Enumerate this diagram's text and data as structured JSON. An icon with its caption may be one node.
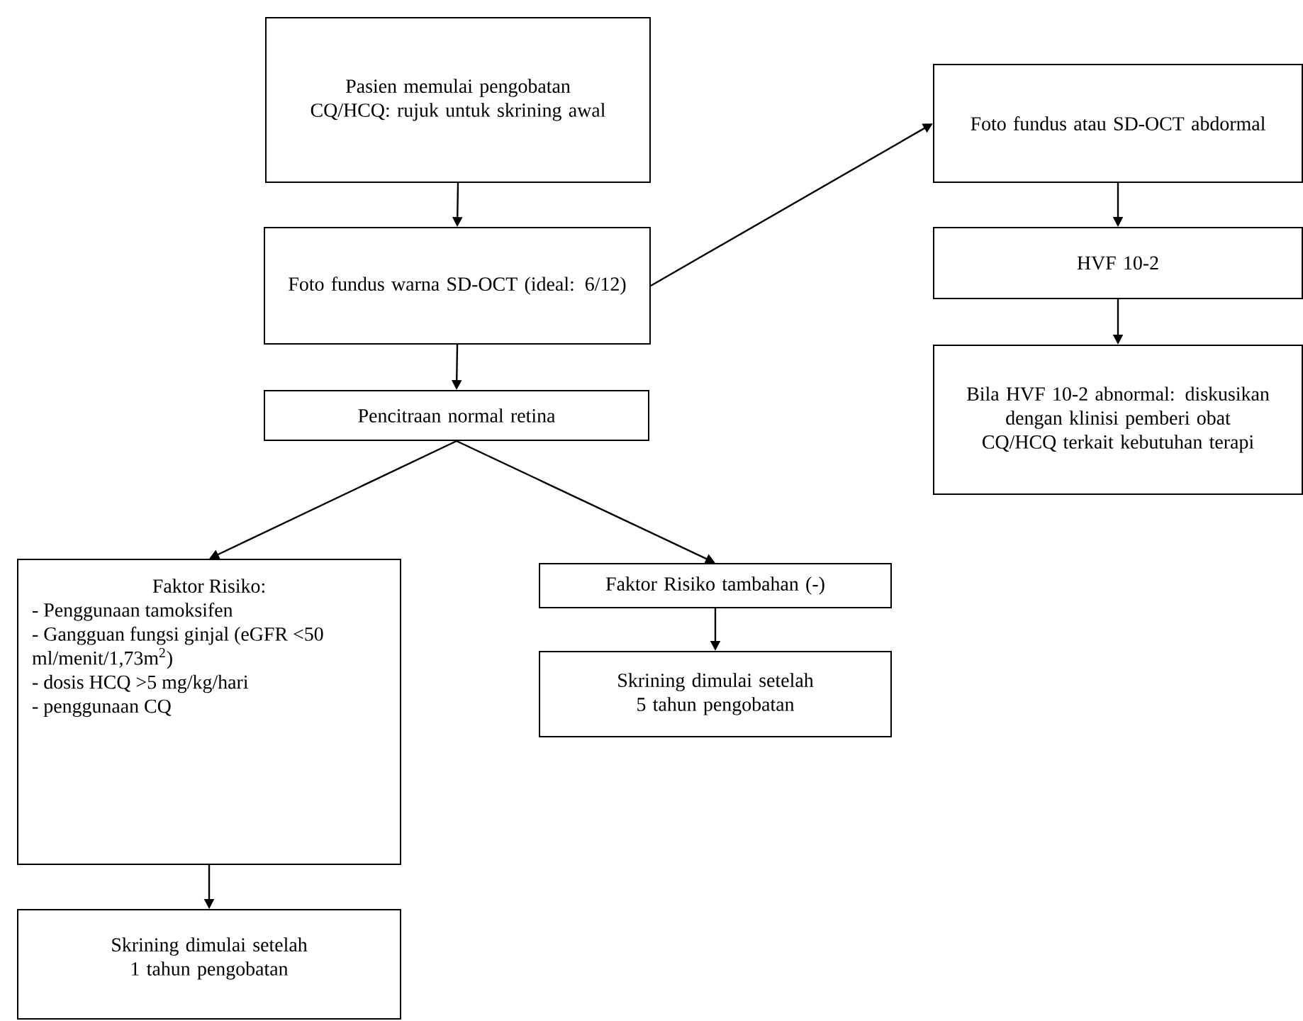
{
  "diagram": {
    "nodes": [
      {
        "text": [
          "Pasien memulai pengobatan CQ/HCQ: rujuk untuk skrining awal"
        ]
      },
      {
        "text": [
          "Foto fundus warna SD-OCT (ideal: 6/12)"
        ]
      },
      {
        "text": [
          "Pencitraan normal retina"
        ]
      },
      {
        "text": [
          "Faktor Risiko:",
          "- Penggunaan tamoksifen",
          "- Gangguan fungsi ginjal (eGFR <50 ml/menit/1,73m$^{2}$)",
          "- dosis HCQ >5 mg/kg/hari",
          "- penggunaan CQ"
        ]
      },
      {
        "text": [
          "Faktor Risiko tambahan (-)"
        ]
      },
      {
        "text": [
          "Skrining dimulai setelah 5 tahun pengobatan"
        ]
      },
      {
        "text": [
          "Skrining dimulai setelah 1 tahun pengobatan"
        ]
      },
      {
        "text": [
          "Foto fundus atau SD-OCT abdormal"
        ]
      },
      {
        "text": [
          "HVF 10-2"
        ]
      },
      {
        "text": [
          "Bila HVF 10-2 abnormal: diskusikan dengan klinisi pemberi obat CQ/HCQ terkait kebutuhan terapi"
        ]
      }
    ],
    "edges": [
      {
        "from": 0,
        "to": 1,
        "arrow": "to"
      },
      {
        "from": 1,
        "to": 2,
        "arrow": "to"
      },
      {
        "from": 2,
        "to": 3,
        "arrow": "to"
      },
      {
        "from": 2,
        "to": 4,
        "arrow": "to"
      },
      {
        "from": 4,
        "to": 5,
        "arrow": "to"
      },
      {
        "from": 3,
        "to": 6,
        "arrow": "to"
      },
      {
        "from": 1,
        "to": 7,
        "arrow": "to"
      },
      {
        "from": 7,
        "to": 8,
        "arrow": "to"
      },
      {
        "from": 8,
        "to": 9,
        "arrow": "to"
      }
    ]
  }
}
